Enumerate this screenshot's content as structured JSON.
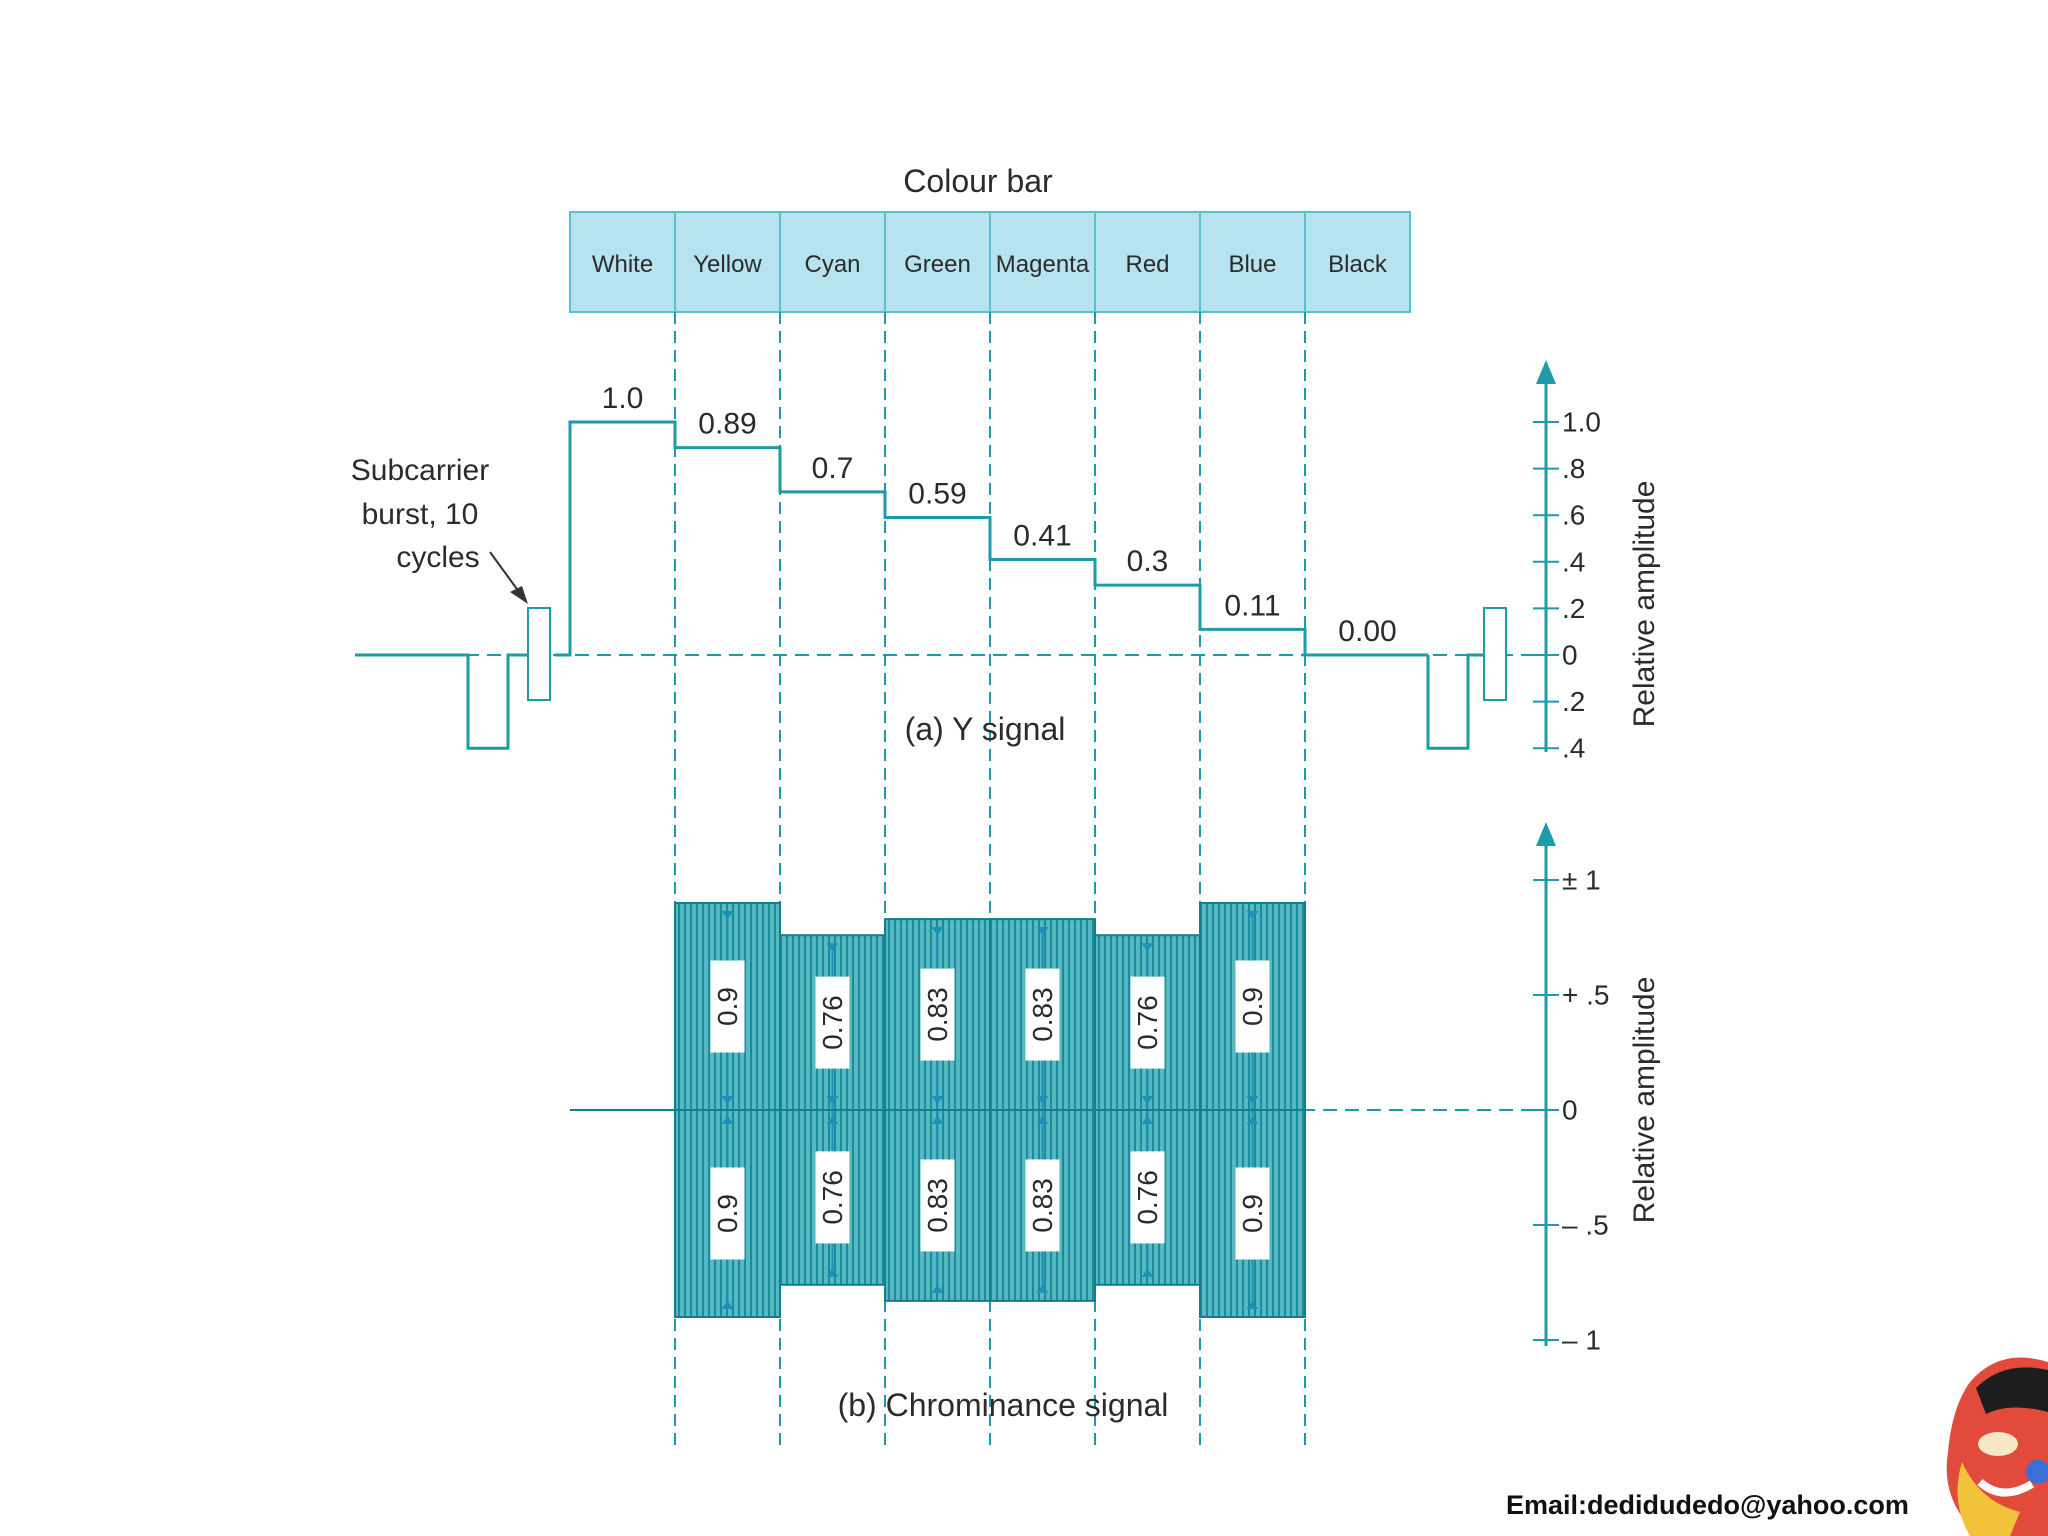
{
  "diagram": {
    "title": "Colour bar",
    "bars": [
      "White",
      "Yellow",
      "Cyan",
      "Green",
      "Magenta",
      "Red",
      "Blue",
      "Black"
    ],
    "y_signal": {
      "caption": "(a) Y signal",
      "values": [
        1.0,
        0.89,
        0.7,
        0.59,
        0.41,
        0.3,
        0.11,
        0.0
      ],
      "labels": [
        "1.0",
        "0.89",
        "0.7",
        "0.59",
        "0.41",
        "0.3",
        "0.11",
        "0.00"
      ],
      "axis_label": "Relative amplitude",
      "ticks": [
        "1.0",
        ".8",
        ".6",
        ".4",
        ".2",
        "0",
        ".2",
        ".4"
      ]
    },
    "chrominance": {
      "caption": "(b) Chrominance signal",
      "amplitudes": [
        null,
        0.9,
        0.76,
        0.83,
        0.83,
        0.76,
        0.9,
        null
      ],
      "labels": [
        "",
        "0.9",
        "0.76",
        "0.83",
        "0.83",
        "0.76",
        "0.9",
        ""
      ],
      "axis_label": "Relative amplitude",
      "ticks": [
        "± 1",
        "+ .5",
        "0",
        "– .5",
        "– 1"
      ]
    },
    "burst_annotation": [
      "Subcarrier",
      "burst, 10",
      "cycles"
    ],
    "colors": {
      "bar_fill": "#b6e3ef",
      "line": "#1e9aa8",
      "chroma_fill": "#4fb6c0",
      "text": "#2b2b2b"
    }
  },
  "footer": {
    "email": "Email:dedidudedo@yahoo.com"
  }
}
